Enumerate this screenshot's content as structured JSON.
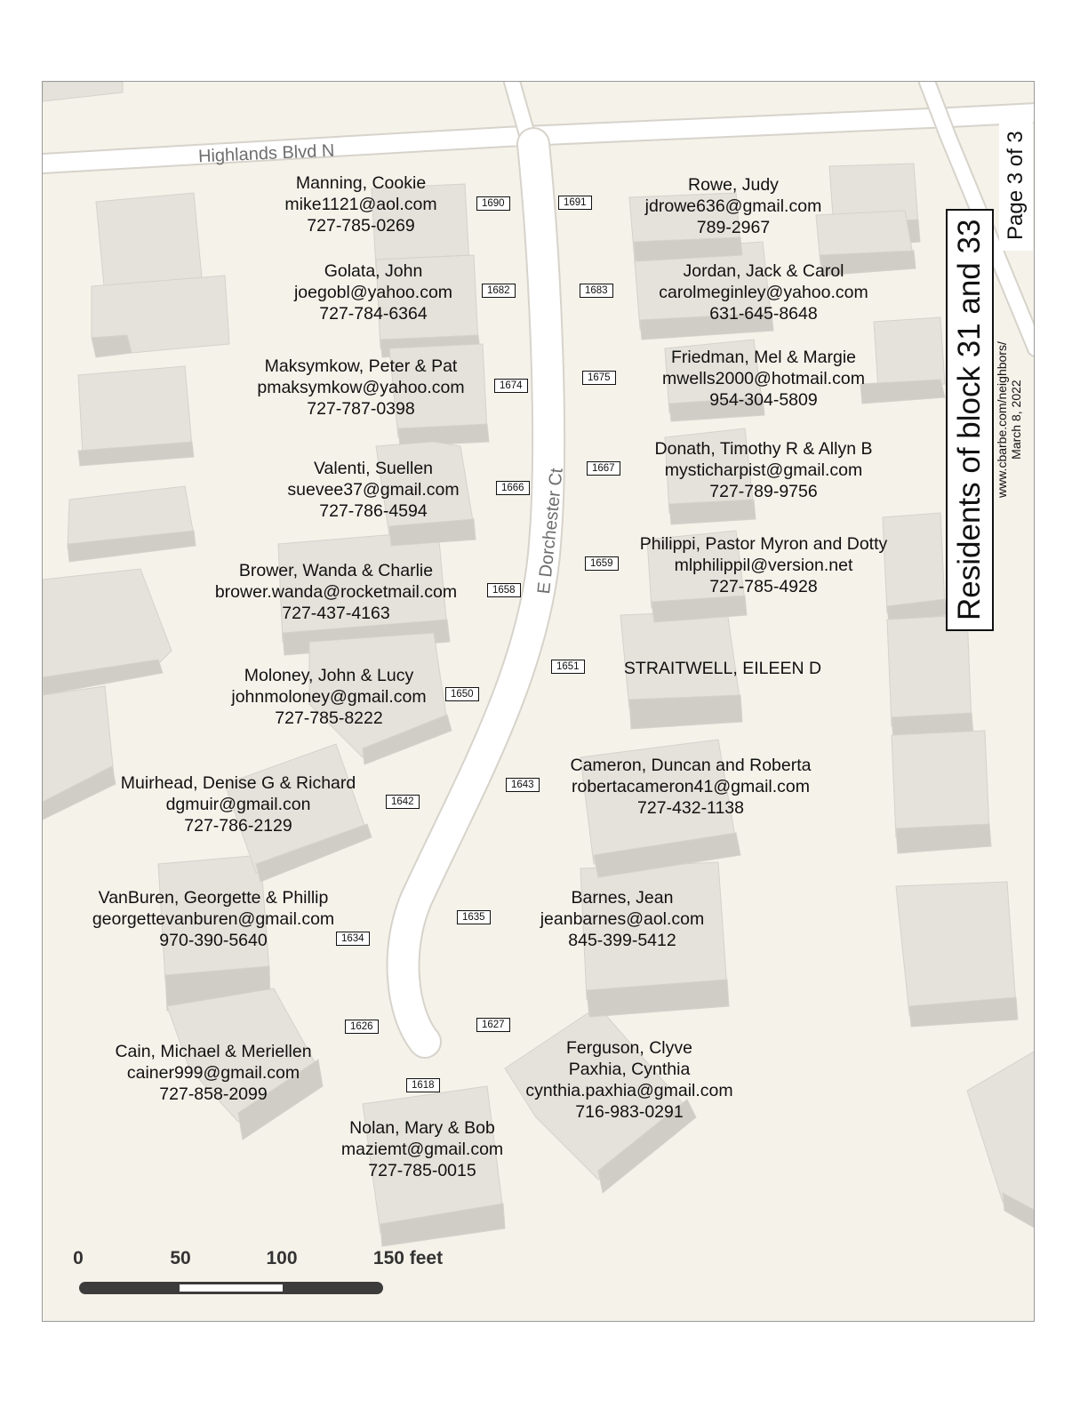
{
  "streets": {
    "highlands": "Highlands Blvd N",
    "dorchester": "E Dorchester Ct"
  },
  "residents": [
    {
      "name": "Manning, Cookie",
      "email": "mike1121@aol.com",
      "phone": "727-785-0269"
    },
    {
      "name": "Golata, John",
      "email": "joegobl@yahoo.com",
      "phone": "727-784-6364"
    },
    {
      "name": "Maksymkow, Peter & Pat",
      "email": "pmaksymkow@yahoo.com",
      "phone": "727-787-0398"
    },
    {
      "name": "Valenti, Suellen",
      "email": "suevee37@gmail.com",
      "phone": "727-786-4594"
    },
    {
      "name": "Brower, Wanda & Charlie",
      "email": "brower.wanda@rocketmail.com",
      "phone": "727-437-4163"
    },
    {
      "name": "Moloney,  John & Lucy",
      "email": "johnmoloney@gmail.com",
      "phone": "727-785-8222"
    },
    {
      "name": "Muirhead, Denise G & Richard",
      "email": "dgmuir@gmail.con",
      "phone": "727-786-2129"
    },
    {
      "name": "VanBuren, Georgette & Phillip",
      "email": "georgettevanburen@gmail.com",
      "phone": "970-390-5640"
    },
    {
      "name": "Cain, Michael & Meriellen",
      "email": "cainer999@gmail.com",
      "phone": "727-858-2099"
    },
    {
      "name": "Nolan,  Mary & Bob",
      "email": "maziemt@gmail.com",
      "phone": "727-785-0015"
    },
    {
      "name": "Rowe,  Judy",
      "email": "jdrowe636@gmail.com",
      "phone": "789-2967"
    },
    {
      "name": "Jordan, Jack & Carol",
      "email": "carolmeginley@yahoo.com",
      "phone": "631-645-8648"
    },
    {
      "name": "Friedman, Mel & Margie",
      "email": "mwells2000@hotmail.com",
      "phone": "954-304-5809"
    },
    {
      "name": "Donath, Timothy R & Allyn B",
      "email": "mysticharpist@gmail.com",
      "phone": "727-789-9756"
    },
    {
      "name": "Philippi, Pastor Myron and Dotty",
      "email": "mlphilippil@version.net",
      "phone": "727-785-4928"
    },
    {
      "name": "STRAITWELL, EILEEN D",
      "email": "",
      "phone": ""
    },
    {
      "name": "Cameron, Duncan and Roberta",
      "email": "robertacameron41@gmail.com",
      "phone": "727-432-1138"
    },
    {
      "name": "Barnes, Jean",
      "email": "jeanbarnes@aol.com",
      "phone": "845-399-5412"
    },
    {
      "name": "Ferguson, Clyve",
      "email": "Paxhia, Cynthia",
      "phone": "cynthia.paxhia@gmail.com",
      "phone2": "716-983-0291"
    }
  ],
  "house_numbers": [
    "1690",
    "1691",
    "1682",
    "1683",
    "1674",
    "1675",
    "1666",
    "1667",
    "1658",
    "1659",
    "1650",
    "1651",
    "1642",
    "1643",
    "1634",
    "1635",
    "1626",
    "1627",
    "1618"
  ],
  "scale": {
    "labels": [
      "0",
      "50",
      "100",
      "150 feet"
    ]
  },
  "title": "Residents of block 31 and 33",
  "page": "Page 3 of 3",
  "website": "www.cbarbe.com/neighbors/",
  "date": "March 8, 2022",
  "colors": {
    "land": "#f5f2ea",
    "road": "#ffffff",
    "building_top": "#e4e1da",
    "building_side": "#cdcac3"
  }
}
